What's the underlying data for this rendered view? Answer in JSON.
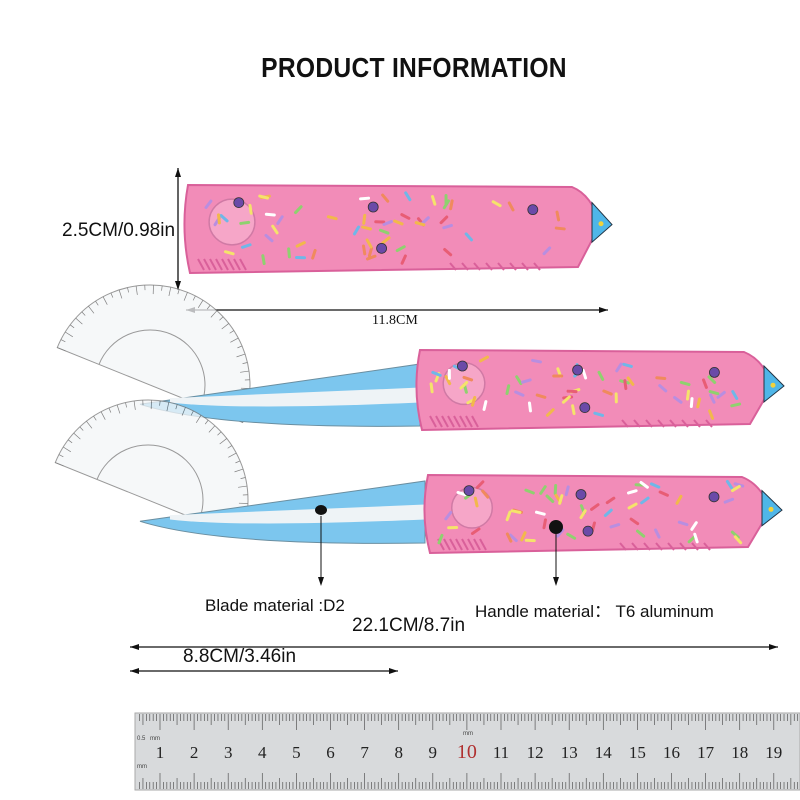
{
  "title": "PRODUCT INFORMATION",
  "dimensions": {
    "handle_height": "2.5CM/0.98in",
    "handle_length": "11.8CM",
    "total_length": "22.1CM/8.7in",
    "blade_length": "8.8CM/3.46in"
  },
  "materials": {
    "blade": "Blade material :D2",
    "handle": "Handle material： T6 aluminum"
  },
  "ruler": {
    "numbers": [
      "1",
      "2",
      "3",
      "4",
      "5",
      "6",
      "7",
      "8",
      "9",
      "10",
      "11",
      "12",
      "13",
      "14",
      "15",
      "16",
      "17",
      "18",
      "19",
      "2"
    ],
    "unit_labels": [
      "0.5",
      "mm",
      "mm",
      "mm"
    ],
    "highlight_number": "10",
    "highlight_color": "#b03030"
  },
  "colors": {
    "handle_pink": "#f28cb8",
    "handle_dark": "#d9609a",
    "blade_blue": "#7cc6ee",
    "blade_white": "#eef3f6"
  }
}
